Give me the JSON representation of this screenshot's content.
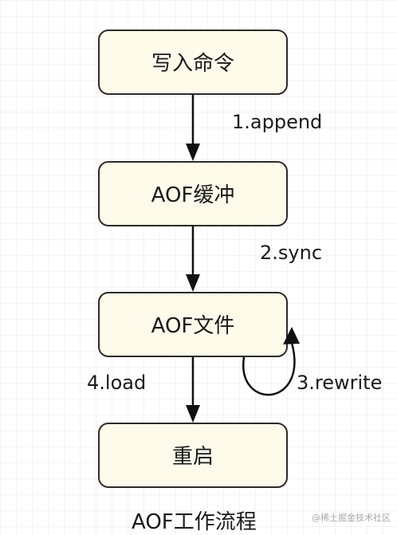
{
  "nodes": {
    "write_command": "写入命令",
    "aof_buffer": "AOF缓冲",
    "aof_file": "AOF文件",
    "restart": "重启"
  },
  "edges": {
    "append": "1.append",
    "sync": "2.sync",
    "rewrite": "3.rewrite",
    "load": "4.load"
  },
  "caption": "AOF工作流程",
  "watermark": "@稀土掘金技术社区"
}
